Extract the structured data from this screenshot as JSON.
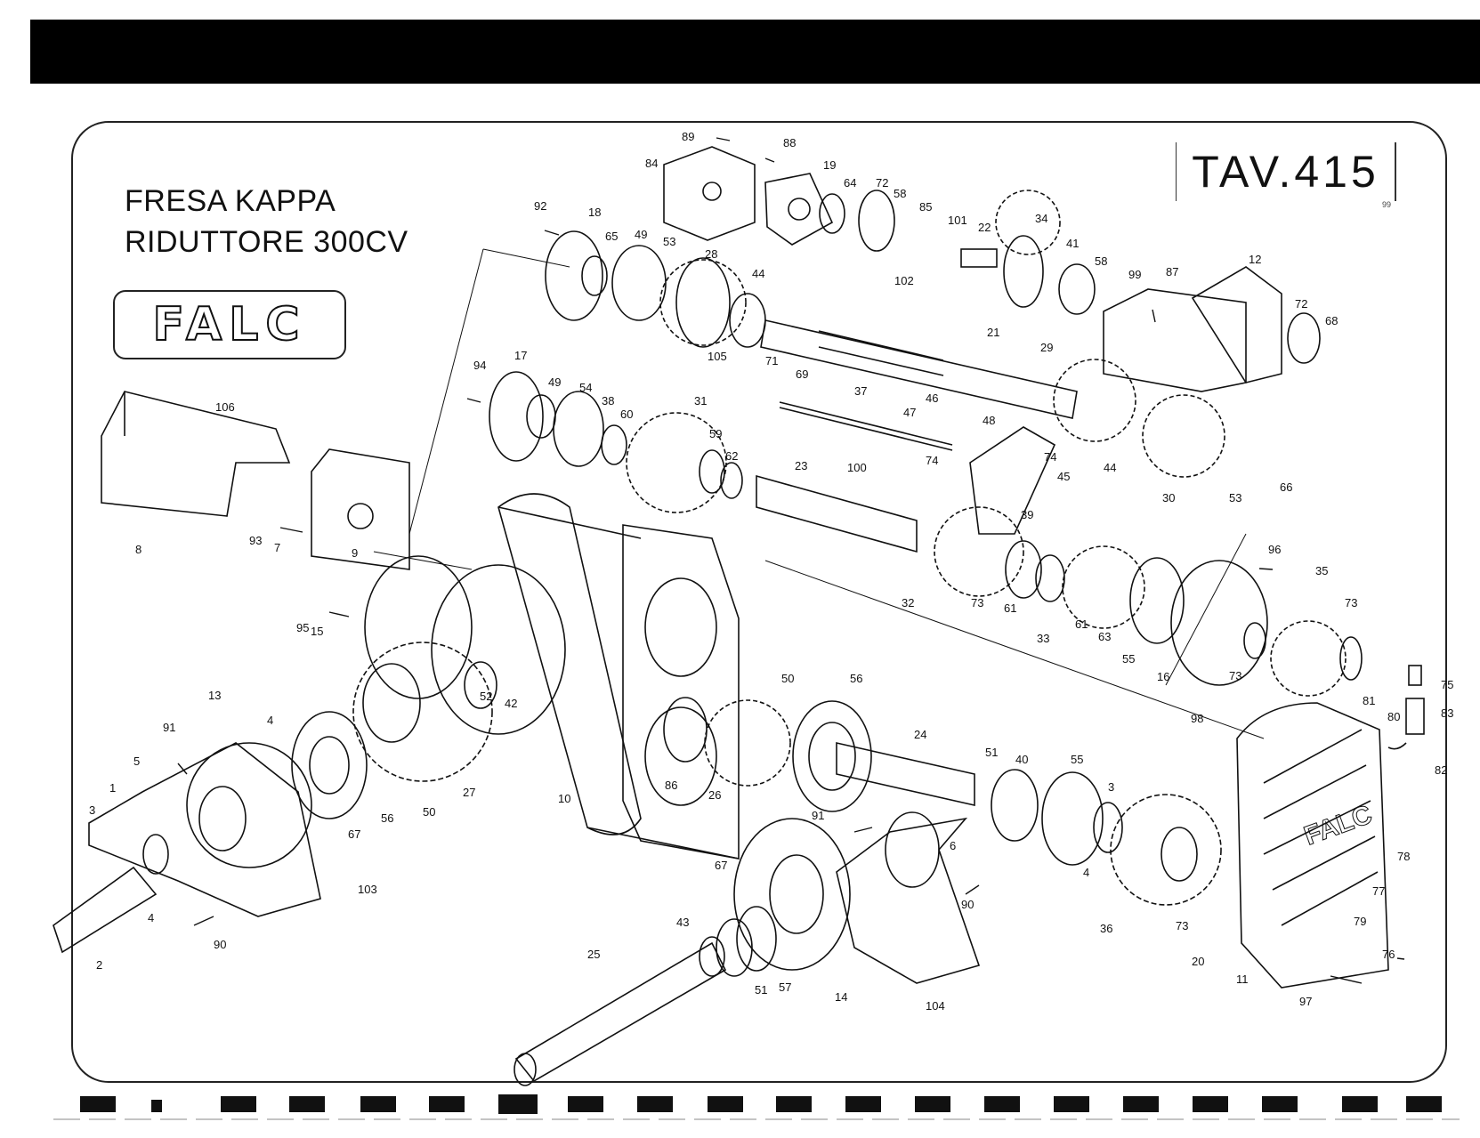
{
  "title": {
    "line1": "FRESA KAPPA",
    "line2": "RIDUTTORE 300CV"
  },
  "plate": {
    "number": "TAV.415",
    "sub": "99"
  },
  "brand": {
    "logo_text": "FALC",
    "housing_logo_text": "FALC"
  },
  "colors": {
    "ink": "#111111",
    "header_bar": "#000000",
    "paper": "#ffffff"
  },
  "part_labels": [
    {
      "id": "p89",
      "text": "89"
    },
    {
      "id": "p88",
      "text": "88"
    },
    {
      "id": "p84",
      "text": "84"
    },
    {
      "id": "p19",
      "text": "19"
    },
    {
      "id": "p64",
      "text": "64"
    },
    {
      "id": "p72a",
      "text": "72"
    },
    {
      "id": "p58a",
      "text": "58"
    },
    {
      "id": "p85",
      "text": "85"
    },
    {
      "id": "p101",
      "text": "101"
    },
    {
      "id": "p22",
      "text": "22"
    },
    {
      "id": "p34",
      "text": "34"
    },
    {
      "id": "p92",
      "text": "92"
    },
    {
      "id": "p18",
      "text": "18"
    },
    {
      "id": "p65",
      "text": "65"
    },
    {
      "id": "p49a",
      "text": "49"
    },
    {
      "id": "p53a",
      "text": "53"
    },
    {
      "id": "p28",
      "text": "28"
    },
    {
      "id": "p102",
      "text": "102"
    },
    {
      "id": "p41",
      "text": "41"
    },
    {
      "id": "p58b",
      "text": "58"
    },
    {
      "id": "p99",
      "text": "99"
    },
    {
      "id": "p87",
      "text": "87"
    },
    {
      "id": "p12",
      "text": "12"
    },
    {
      "id": "p72b",
      "text": "72"
    },
    {
      "id": "p68",
      "text": "68"
    },
    {
      "id": "p44a",
      "text": "44"
    },
    {
      "id": "p21",
      "text": "21"
    },
    {
      "id": "p105",
      "text": "105"
    },
    {
      "id": "p71",
      "text": "71"
    },
    {
      "id": "p69",
      "text": "69"
    },
    {
      "id": "p29",
      "text": "29"
    },
    {
      "id": "p94",
      "text": "94"
    },
    {
      "id": "p17",
      "text": "17"
    },
    {
      "id": "p49b",
      "text": "49"
    },
    {
      "id": "p54",
      "text": "54"
    },
    {
      "id": "p38",
      "text": "38"
    },
    {
      "id": "p60",
      "text": "60"
    },
    {
      "id": "p31",
      "text": "31"
    },
    {
      "id": "p37",
      "text": "37"
    },
    {
      "id": "p46",
      "text": "46"
    },
    {
      "id": "p47",
      "text": "47"
    },
    {
      "id": "p48",
      "text": "48"
    },
    {
      "id": "p106",
      "text": "106"
    },
    {
      "id": "p59",
      "text": "59"
    },
    {
      "id": "p62",
      "text": "62"
    },
    {
      "id": "p74a",
      "text": "74"
    },
    {
      "id": "p74b",
      "text": "74"
    },
    {
      "id": "p44b",
      "text": "44"
    },
    {
      "id": "p30",
      "text": "30"
    },
    {
      "id": "p53b",
      "text": "53"
    },
    {
      "id": "p66",
      "text": "66"
    },
    {
      "id": "p100",
      "text": "100"
    },
    {
      "id": "p23",
      "text": "23"
    },
    {
      "id": "p45",
      "text": "45"
    },
    {
      "id": "p8",
      "text": "8"
    },
    {
      "id": "p93",
      "text": "93"
    },
    {
      "id": "p7",
      "text": "7"
    },
    {
      "id": "p9",
      "text": "9"
    },
    {
      "id": "p39",
      "text": "39"
    },
    {
      "id": "p96",
      "text": "96"
    },
    {
      "id": "p35",
      "text": "35"
    },
    {
      "id": "p95",
      "text": "95"
    },
    {
      "id": "p32",
      "text": "32"
    },
    {
      "id": "p73a",
      "text": "73"
    },
    {
      "id": "p61a",
      "text": "61"
    },
    {
      "id": "p61b",
      "text": "61"
    },
    {
      "id": "p63",
      "text": "63"
    },
    {
      "id": "p73b",
      "text": "73"
    },
    {
      "id": "p15",
      "text": "15"
    },
    {
      "id": "p33",
      "text": "33"
    },
    {
      "id": "p55a",
      "text": "55"
    },
    {
      "id": "p16",
      "text": "16"
    },
    {
      "id": "p73c",
      "text": "73"
    },
    {
      "id": "p42",
      "text": "42"
    },
    {
      "id": "p52",
      "text": "52"
    },
    {
      "id": "p75",
      "text": "75"
    },
    {
      "id": "p13",
      "text": "13"
    },
    {
      "id": "p50a",
      "text": "50"
    },
    {
      "id": "p56a",
      "text": "56"
    },
    {
      "id": "p81",
      "text": "81"
    },
    {
      "id": "p80",
      "text": "80"
    },
    {
      "id": "p83",
      "text": "83"
    },
    {
      "id": "p98",
      "text": "98"
    },
    {
      "id": "p91a",
      "text": "91"
    },
    {
      "id": "p4a",
      "text": "4"
    },
    {
      "id": "p24",
      "text": "24"
    },
    {
      "id": "p82",
      "text": "82"
    },
    {
      "id": "p5",
      "text": "5"
    },
    {
      "id": "p51a",
      "text": "51"
    },
    {
      "id": "p40",
      "text": "40"
    },
    {
      "id": "p55b",
      "text": "55"
    },
    {
      "id": "p27",
      "text": "27"
    },
    {
      "id": "p10",
      "text": "10"
    },
    {
      "id": "p86",
      "text": "86"
    },
    {
      "id": "p26",
      "text": "26"
    },
    {
      "id": "p3a",
      "text": "3"
    },
    {
      "id": "p1",
      "text": "1"
    },
    {
      "id": "p67a",
      "text": "67"
    },
    {
      "id": "p56b",
      "text": "56"
    },
    {
      "id": "p50b",
      "text": "50"
    },
    {
      "id": "p3b",
      "text": "3"
    },
    {
      "id": "p91b",
      "text": "91"
    },
    {
      "id": "p6",
      "text": "6"
    },
    {
      "id": "p78",
      "text": "78"
    },
    {
      "id": "p4b",
      "text": "4"
    },
    {
      "id": "p103",
      "text": "103"
    },
    {
      "id": "p67b",
      "text": "67"
    },
    {
      "id": "p4c",
      "text": "4"
    },
    {
      "id": "p90a",
      "text": "90"
    },
    {
      "id": "p77",
      "text": "77"
    },
    {
      "id": "p36",
      "text": "36"
    },
    {
      "id": "p73d",
      "text": "73"
    },
    {
      "id": "p79",
      "text": "79"
    },
    {
      "id": "p43",
      "text": "43"
    },
    {
      "id": "p2",
      "text": "2"
    },
    {
      "id": "p90b",
      "text": "90"
    },
    {
      "id": "p20",
      "text": "20"
    },
    {
      "id": "p76",
      "text": "76"
    },
    {
      "id": "p25",
      "text": "25"
    },
    {
      "id": "p51b",
      "text": "51"
    },
    {
      "id": "p57",
      "text": "57"
    },
    {
      "id": "p14",
      "text": "14"
    },
    {
      "id": "p104",
      "text": "104"
    },
    {
      "id": "p11",
      "text": "11"
    },
    {
      "id": "p97",
      "text": "97"
    }
  ]
}
